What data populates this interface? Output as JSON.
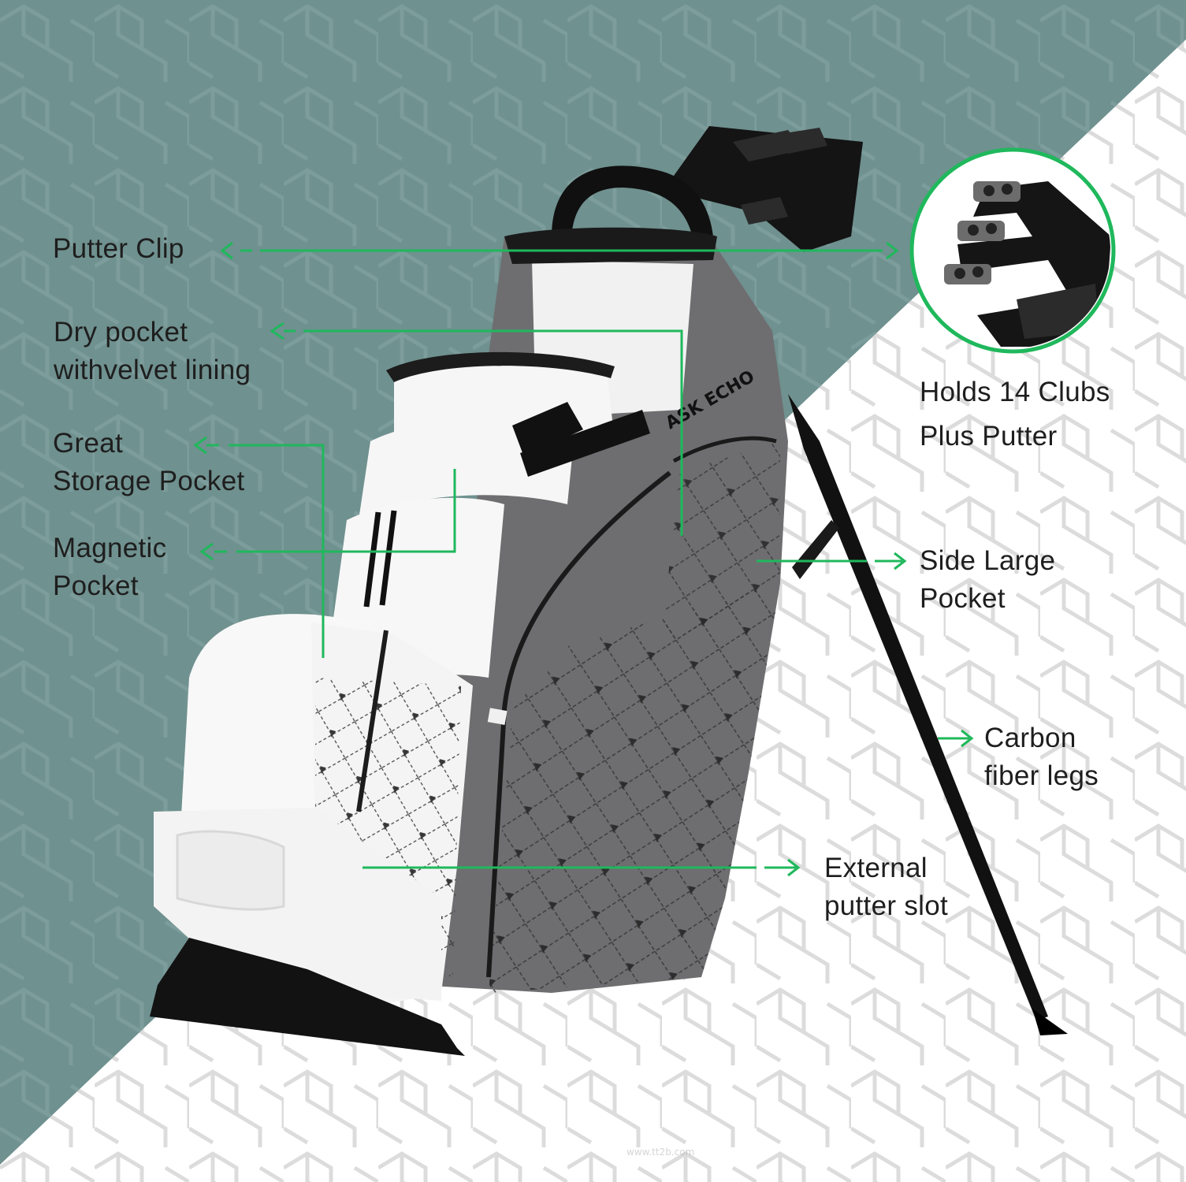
{
  "labels": {
    "putter_clip": "Putter Clip",
    "dry_pocket": [
      "Dry pocket",
      "withvelvet lining"
    ],
    "storage_pocket": [
      "Great",
      "Storage Pocket"
    ],
    "magnetic_pocket": [
      "Magnetic",
      "Pocket"
    ],
    "holds_clubs": [
      "Holds 14 Clubs",
      "Plus Putter"
    ],
    "side_pocket": [
      "Side Large",
      "Pocket"
    ],
    "carbon_legs": [
      "Carbon",
      "fiber legs"
    ],
    "putter_slot": [
      "External",
      "putter slot"
    ]
  },
  "brand": "ASK ECHO",
  "watermarks": [
    "www.tt2b.com",
    "www.tt2b.com"
  ],
  "colors": {
    "teal_background": "#6f918f",
    "callout_green": "#1fb85c",
    "bag_gray": "#6e6e70",
    "bag_white": "#f4f4f4",
    "label_text": "#1e1e1e"
  }
}
